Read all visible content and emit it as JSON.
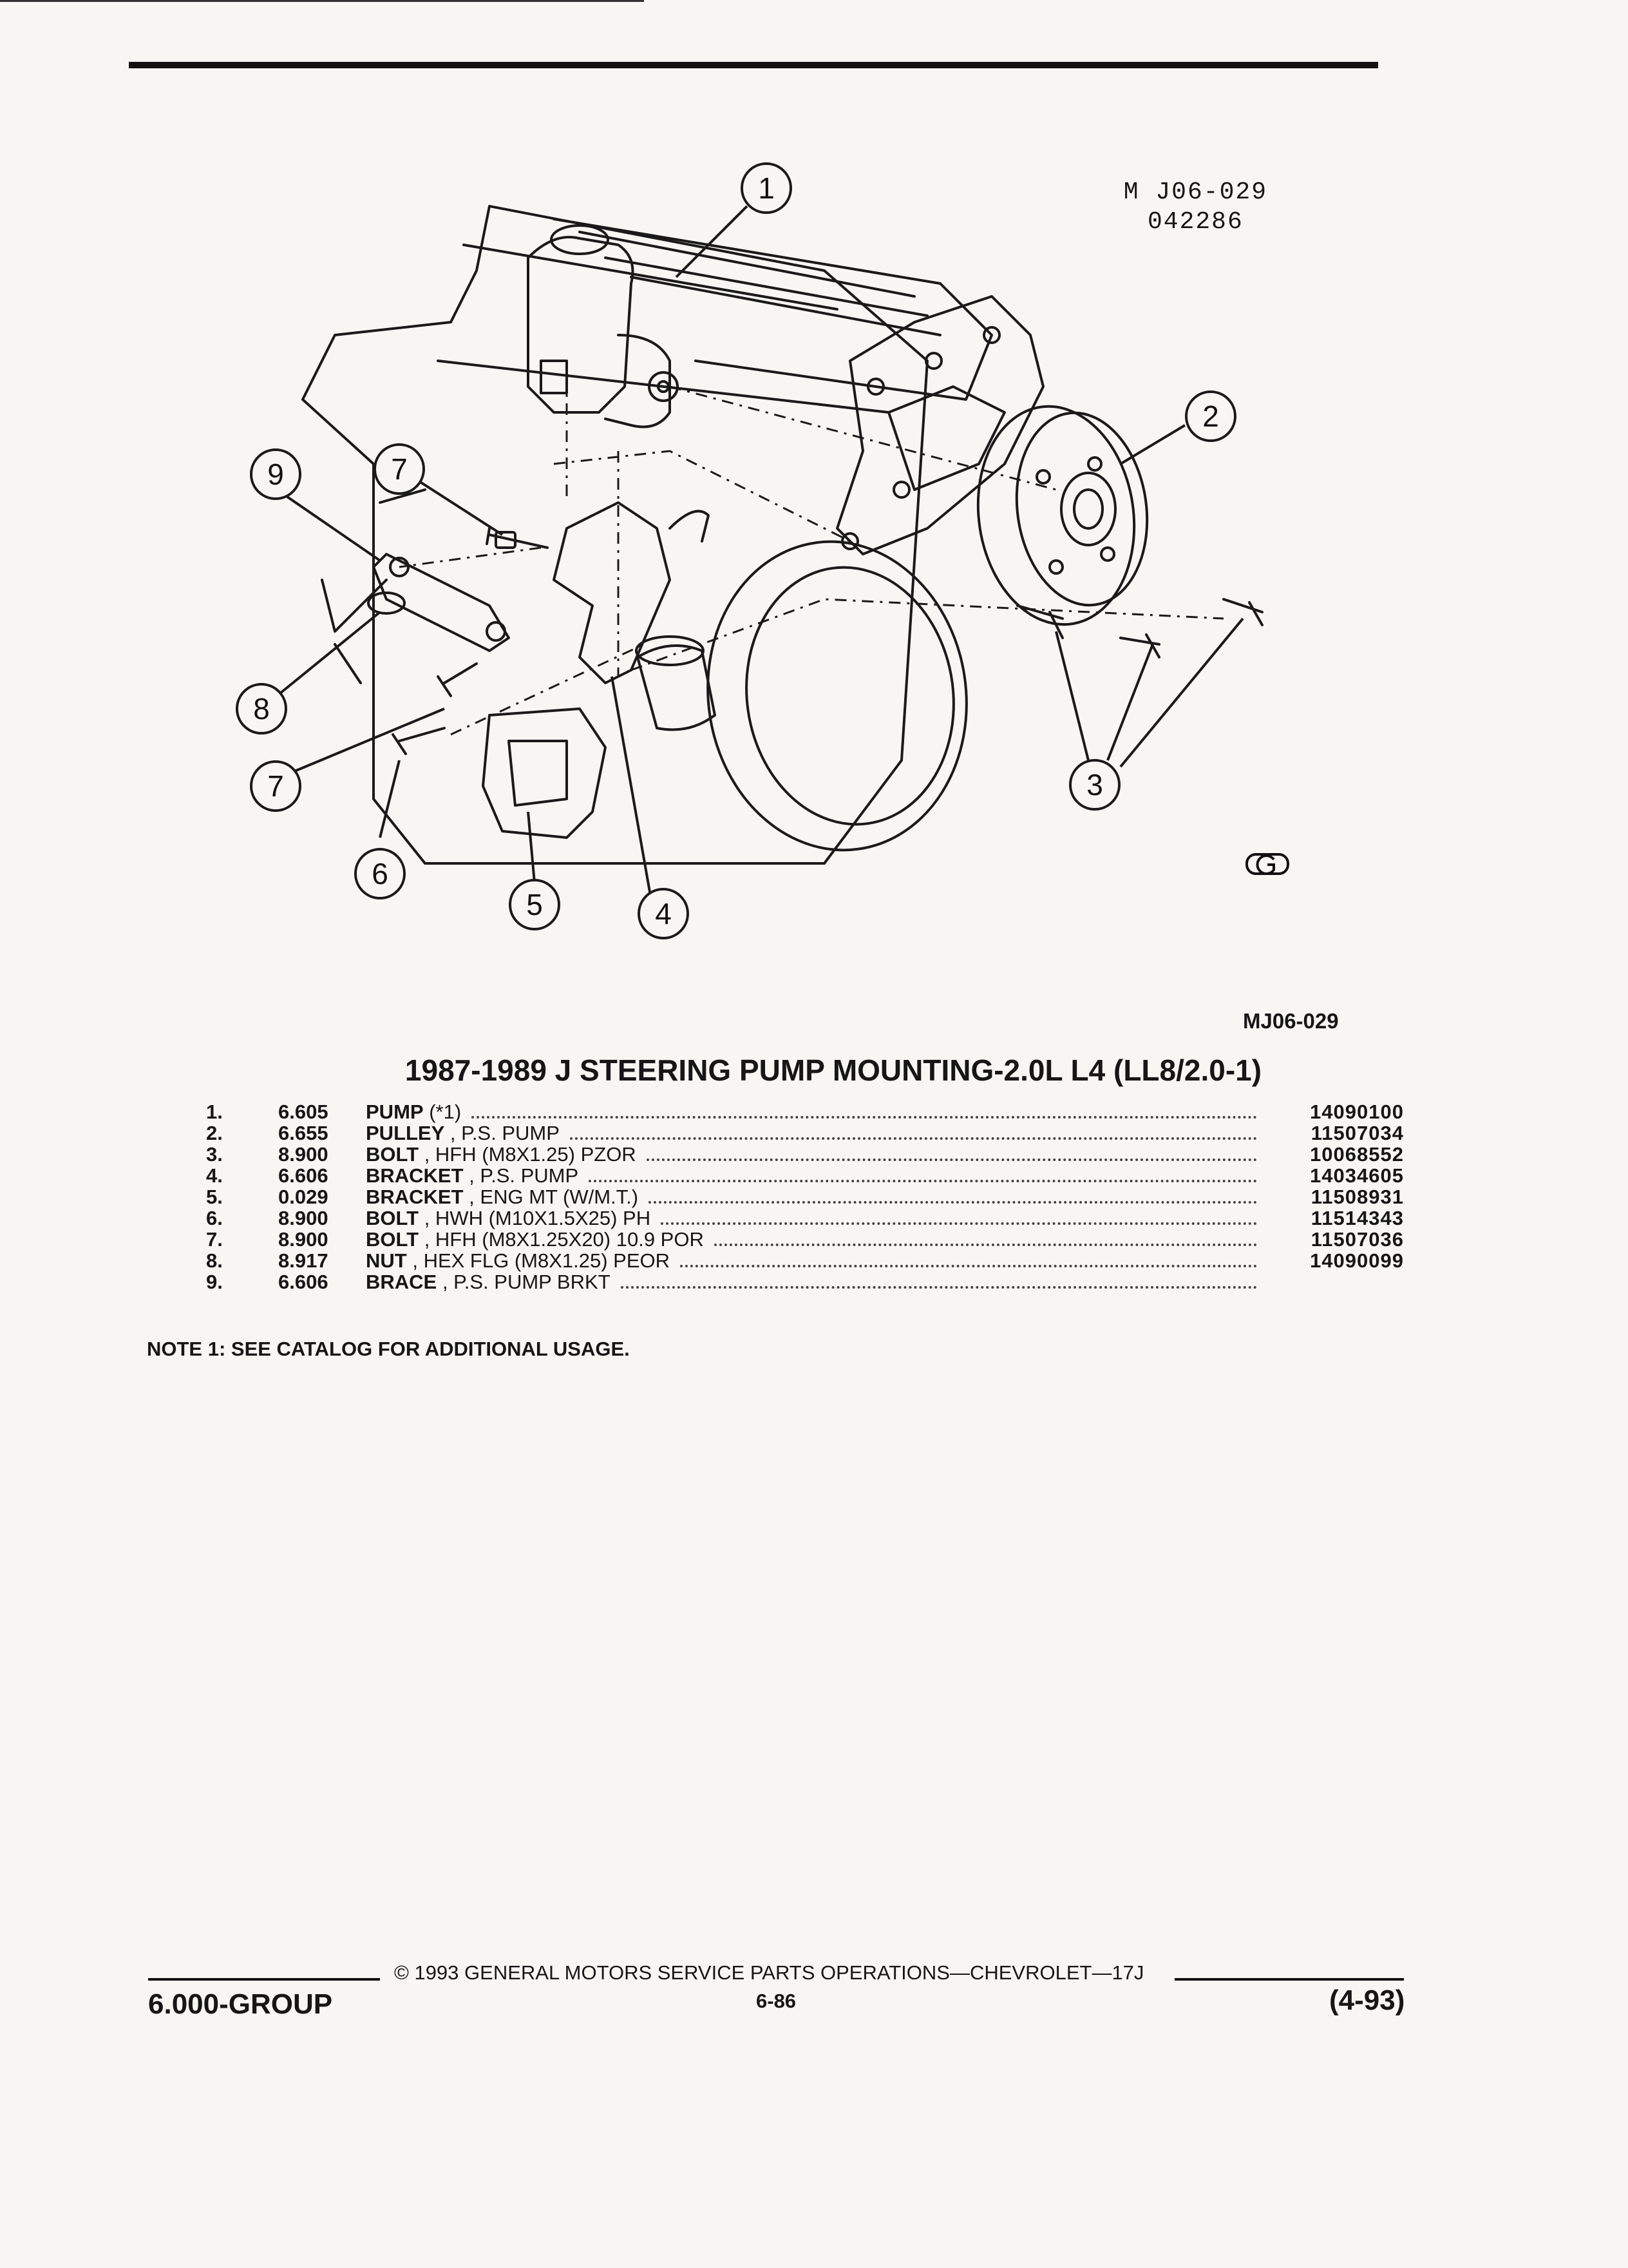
{
  "figure": {
    "code_line1": "M J06-029",
    "code_line2": "042286",
    "reference": "MJ06-029",
    "callouts": [
      "1",
      "2",
      "3",
      "4",
      "5",
      "6",
      "7",
      "7",
      "8",
      "9"
    ]
  },
  "title": "1987-1989 J STEERING PUMP MOUNTING-2.0L L4 (LL8/2.0-1)",
  "parts": [
    {
      "num": "1.",
      "group": "6.605",
      "name": "PUMP",
      "desc": "(*1)",
      "part": "14090100"
    },
    {
      "num": "2.",
      "group": "6.655",
      "name": "PULLEY",
      "desc": "P.S. PUMP",
      "part": "11507034"
    },
    {
      "num": "3.",
      "group": "8.900",
      "name": "BOLT",
      "desc": "HFH (M8X1.25) PZOR",
      "part": "10068552"
    },
    {
      "num": "4.",
      "group": "6.606",
      "name": "BRACKET",
      "desc": "P.S. PUMP",
      "part": "14034605"
    },
    {
      "num": "5.",
      "group": "0.029",
      "name": "BRACKET",
      "desc": "ENG MT (W/M.T.)",
      "part": "11508931"
    },
    {
      "num": "6.",
      "group": "8.900",
      "name": "BOLT",
      "desc": "HWH (M10X1.5X25) PH",
      "part": "11514343"
    },
    {
      "num": "7.",
      "group": "8.900",
      "name": "BOLT",
      "desc": "HFH (M8X1.25X20) 10.9 POR",
      "part": "11507036"
    },
    {
      "num": "8.",
      "group": "8.917",
      "name": "NUT",
      "desc": "HEX FLG (M8X1.25) PEOR",
      "part": "14090099"
    },
    {
      "num": "9.",
      "group": "6.606",
      "name": "BRACE",
      "desc": "P.S. PUMP BRKT",
      "part": ""
    }
  ],
  "note": "NOTE 1: SEE CATALOG FOR ADDITIONAL USAGE.",
  "footer": {
    "copyright": "© 1993 GENERAL MOTORS SERVICE PARTS OPERATIONS—CHEVROLET—17J",
    "page": "6-86",
    "group": "6.000-GROUP",
    "date": "(4-93)"
  }
}
